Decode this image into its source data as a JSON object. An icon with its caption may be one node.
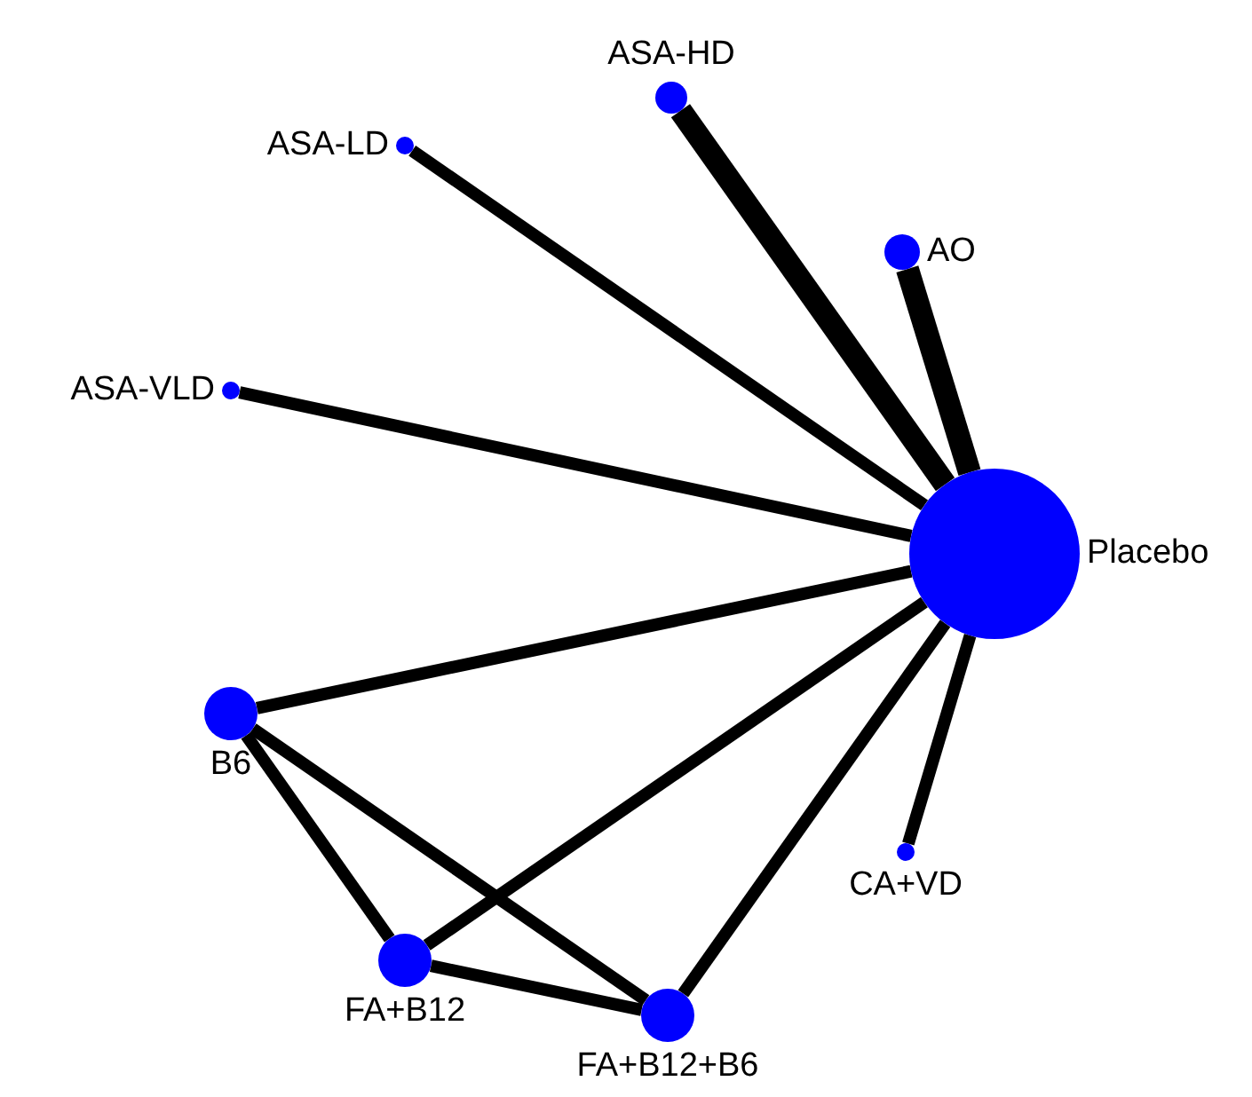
{
  "diagram": {
    "nodes": [
      {
        "text": [
          "ASA-HD"
        ]
      },
      {
        "text": [
          "ASA-LD"
        ]
      },
      {
        "text": [
          "AO"
        ]
      },
      {
        "text": [
          "ASA-VLD"
        ]
      },
      {
        "text": [
          "Placebo"
        ]
      },
      {
        "text": [
          "B6"
        ]
      },
      {
        "text": [
          "CA+VD"
        ]
      },
      {
        "text": [
          "FA+B12"
        ]
      },
      {
        "text": [
          "FA+B12+B6"
        ]
      }
    ],
    "edges": [
      {
        "from": 4,
        "to": 0,
        "arrow": "none",
        "style": "thick"
      },
      {
        "from": 4,
        "to": 2,
        "arrow": "none",
        "style": "thick"
      },
      {
        "from": 4,
        "to": 1,
        "arrow": "none"
      },
      {
        "from": 4,
        "to": 3,
        "arrow": "none"
      },
      {
        "from": 4,
        "to": 5,
        "arrow": "none"
      },
      {
        "from": 4,
        "to": 7,
        "arrow": "none"
      },
      {
        "from": 4,
        "to": 8,
        "arrow": "none"
      },
      {
        "from": 4,
        "to": 6,
        "arrow": "none"
      },
      {
        "from": 5,
        "to": 7,
        "arrow": "none"
      },
      {
        "from": 5,
        "to": 8,
        "arrow": "none"
      },
      {
        "from": 7,
        "to": 8,
        "arrow": "none"
      }
    ]
  }
}
